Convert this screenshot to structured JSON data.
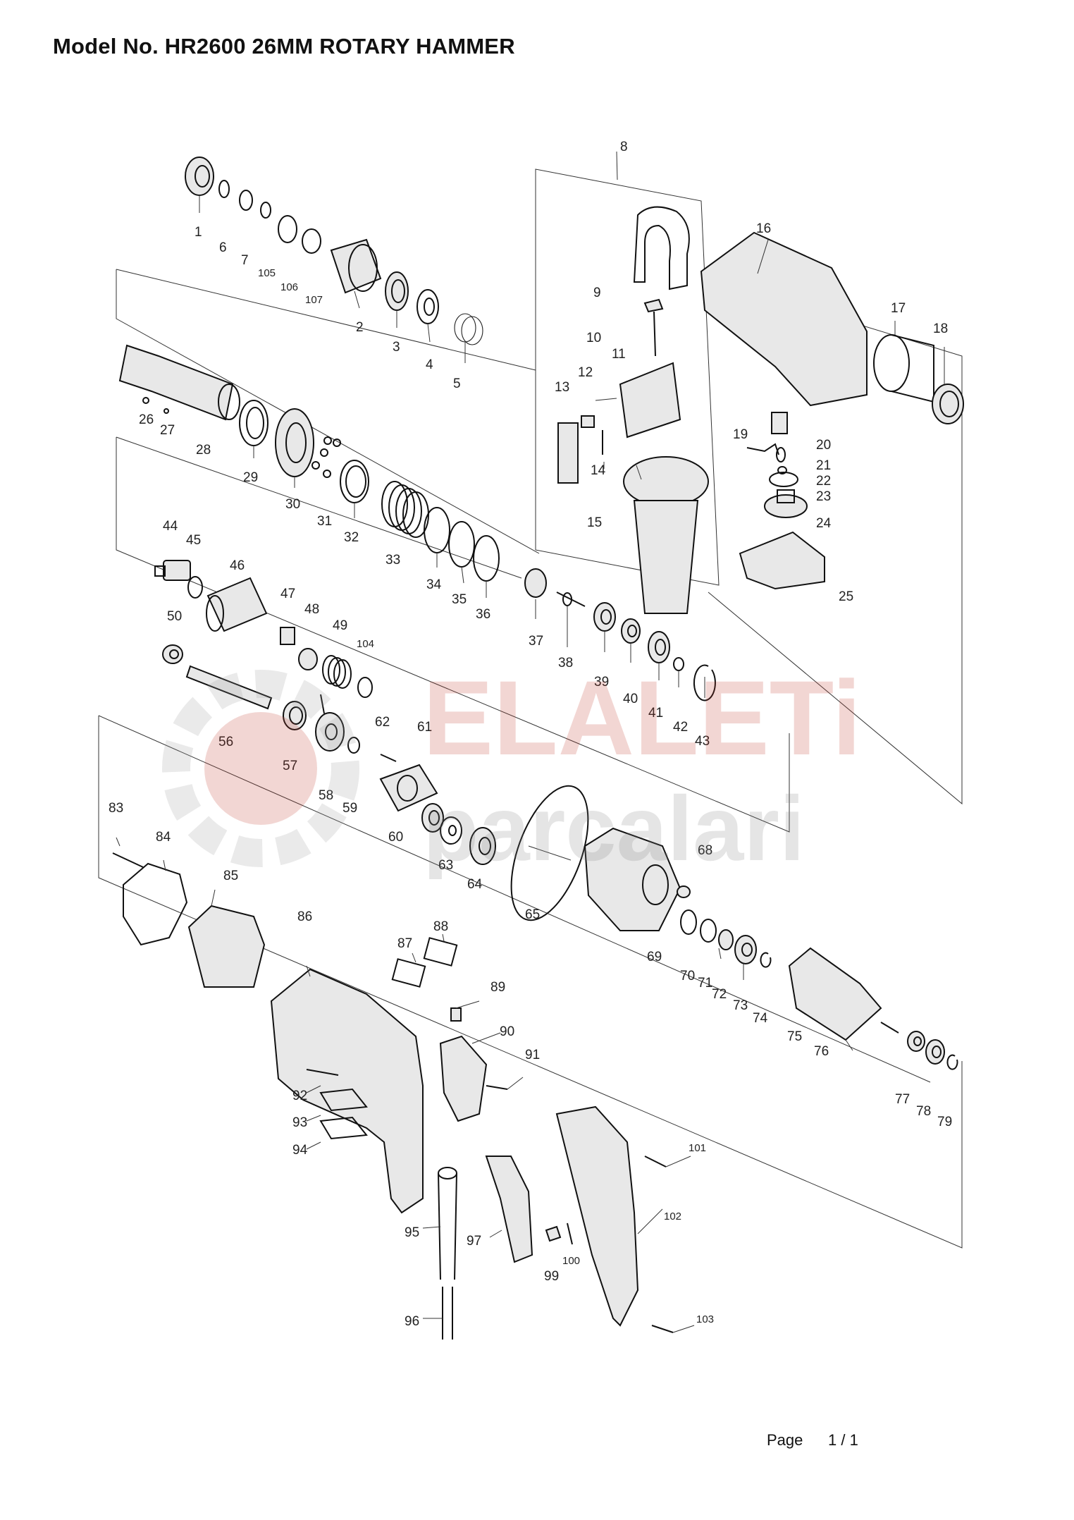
{
  "title": "Model No. HR2600  26MM ROTARY HAMMER",
  "footer": {
    "page_label": "Page",
    "page_number": "1 / 1"
  },
  "watermark": {
    "brand": "ELALETi",
    "sub": "parcalari"
  },
  "parts": [
    {
      "id": "p1",
      "label": "1"
    },
    {
      "id": "p2",
      "label": "2"
    },
    {
      "id": "p3",
      "label": "3"
    },
    {
      "id": "p4",
      "label": "4"
    },
    {
      "id": "p5",
      "label": "5"
    },
    {
      "id": "p6",
      "label": "6"
    },
    {
      "id": "p7",
      "label": "7"
    },
    {
      "id": "p8",
      "label": "8"
    },
    {
      "id": "p9",
      "label": "9"
    },
    {
      "id": "p10",
      "label": "10"
    },
    {
      "id": "p11",
      "label": "11"
    },
    {
      "id": "p12",
      "label": "12"
    },
    {
      "id": "p13",
      "label": "13"
    },
    {
      "id": "p14",
      "label": "14"
    },
    {
      "id": "p15",
      "label": "15"
    },
    {
      "id": "p16",
      "label": "16"
    },
    {
      "id": "p17",
      "label": "17"
    },
    {
      "id": "p18",
      "label": "18"
    },
    {
      "id": "p19",
      "label": "19"
    },
    {
      "id": "p20",
      "label": "20"
    },
    {
      "id": "p21",
      "label": "21"
    },
    {
      "id": "p22",
      "label": "22"
    },
    {
      "id": "p23",
      "label": "23"
    },
    {
      "id": "p24",
      "label": "24"
    },
    {
      "id": "p25",
      "label": "25"
    },
    {
      "id": "p26",
      "label": "26"
    },
    {
      "id": "p27",
      "label": "27"
    },
    {
      "id": "p28",
      "label": "28"
    },
    {
      "id": "p29",
      "label": "29"
    },
    {
      "id": "p30",
      "label": "30"
    },
    {
      "id": "p31",
      "label": "31"
    },
    {
      "id": "p32",
      "label": "32"
    },
    {
      "id": "p33",
      "label": "33"
    },
    {
      "id": "p34",
      "label": "34"
    },
    {
      "id": "p35",
      "label": "35"
    },
    {
      "id": "p36",
      "label": "36"
    },
    {
      "id": "p37",
      "label": "37"
    },
    {
      "id": "p38",
      "label": "38"
    },
    {
      "id": "p39",
      "label": "39"
    },
    {
      "id": "p40",
      "label": "40"
    },
    {
      "id": "p41",
      "label": "41"
    },
    {
      "id": "p42",
      "label": "42"
    },
    {
      "id": "p43",
      "label": "43"
    },
    {
      "id": "p44",
      "label": "44"
    },
    {
      "id": "p45",
      "label": "45"
    },
    {
      "id": "p46",
      "label": "46"
    },
    {
      "id": "p47",
      "label": "47"
    },
    {
      "id": "p48",
      "label": "48"
    },
    {
      "id": "p49",
      "label": "49"
    },
    {
      "id": "p50",
      "label": "50"
    },
    {
      "id": "p56",
      "label": "56"
    },
    {
      "id": "p57",
      "label": "57"
    },
    {
      "id": "p58",
      "label": "58"
    },
    {
      "id": "p59",
      "label": "59"
    },
    {
      "id": "p60",
      "label": "60"
    },
    {
      "id": "p61",
      "label": "61"
    },
    {
      "id": "p62",
      "label": "62"
    },
    {
      "id": "p63",
      "label": "63"
    },
    {
      "id": "p64",
      "label": "64"
    },
    {
      "id": "p65",
      "label": "65"
    },
    {
      "id": "p68",
      "label": "68"
    },
    {
      "id": "p69",
      "label": "69"
    },
    {
      "id": "p70",
      "label": "70"
    },
    {
      "id": "p71",
      "label": "71"
    },
    {
      "id": "p72",
      "label": "72"
    },
    {
      "id": "p73",
      "label": "73"
    },
    {
      "id": "p74",
      "label": "74"
    },
    {
      "id": "p75",
      "label": "75"
    },
    {
      "id": "p76",
      "label": "76"
    },
    {
      "id": "p77",
      "label": "77"
    },
    {
      "id": "p78",
      "label": "78"
    },
    {
      "id": "p79",
      "label": "79"
    },
    {
      "id": "p83",
      "label": "83"
    },
    {
      "id": "p84",
      "label": "84"
    },
    {
      "id": "p85",
      "label": "85"
    },
    {
      "id": "p86",
      "label": "86"
    },
    {
      "id": "p87",
      "label": "87"
    },
    {
      "id": "p88",
      "label": "88"
    },
    {
      "id": "p89",
      "label": "89"
    },
    {
      "id": "p90",
      "label": "90"
    },
    {
      "id": "p91",
      "label": "91"
    },
    {
      "id": "p92",
      "label": "92"
    },
    {
      "id": "p93",
      "label": "93"
    },
    {
      "id": "p94",
      "label": "94"
    },
    {
      "id": "p95",
      "label": "95"
    },
    {
      "id": "p96",
      "label": "96"
    },
    {
      "id": "p97",
      "label": "97"
    },
    {
      "id": "p99",
      "label": "99"
    },
    {
      "id": "p100",
      "label": "100"
    },
    {
      "id": "p101",
      "label": "101"
    },
    {
      "id": "p102",
      "label": "102"
    },
    {
      "id": "p103",
      "label": "103"
    },
    {
      "id": "p104",
      "label": "104"
    },
    {
      "id": "p105",
      "label": "105"
    },
    {
      "id": "p106",
      "label": "106"
    },
    {
      "id": "p107",
      "label": "107"
    }
  ]
}
